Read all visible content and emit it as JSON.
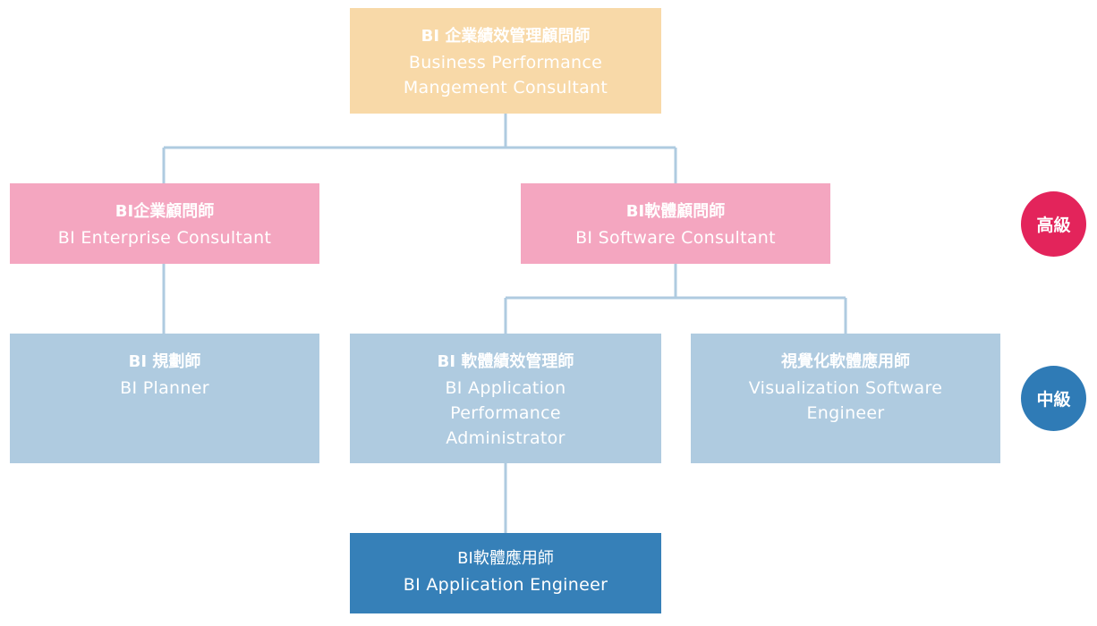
{
  "nodes": {
    "manager": {
      "zh": "BI 企業績效管理顧問師",
      "en": "Business Performance Mangement Consultant"
    },
    "enterprise": {
      "zh": "BI企業顧問師",
      "en": "BI Enterprise Consultant"
    },
    "software": {
      "zh": "BI軟體顧問師",
      "en": "BI Software Consultant"
    },
    "planner": {
      "zh": "BI 規劃師",
      "en": "BI Planner"
    },
    "app_perf": {
      "zh": "BI 軟體績效管理師",
      "en": "BI Application Performance Administrator"
    },
    "visualization": {
      "zh": "視覺化軟體應用師",
      "en": "Visualization Software Engineer"
    },
    "app_engineer": {
      "zh": "BI軟體應用師",
      "en": "BI Application Engineer"
    }
  },
  "levels": {
    "senior": "高級",
    "intermediate": "中級"
  },
  "colors": {
    "top": "#f8d9a8",
    "senior_box": "#f4a6c0",
    "intermediate_box": "#afcbe0",
    "entry_box": "#3680b8",
    "connector": "#afcbe0",
    "senior_badge": "#e3245b",
    "intermediate_badge": "#2f7bb6"
  }
}
